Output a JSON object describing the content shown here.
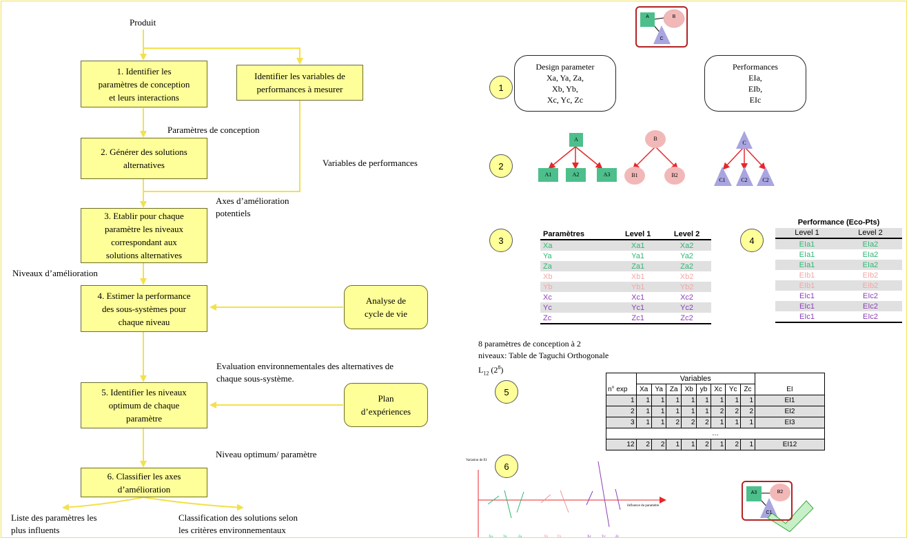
{
  "flow": {
    "input": "Produit",
    "step1": "1. Identifier les\nparamètres de conception\net leurs interactions",
    "perf_vars": "Identifier les variables de\nperformances à mesurer",
    "step2": "2. Générer des solutions\nalternatives",
    "step3": "3. Etablir pour chaque\nparamètre les niveaux\ncorrespondant aux\nsolutions alternatives",
    "step4": "4. Estimer la performance\ndes sous-systèmes pour\nchaque niveau",
    "lca": "Analyse de\ncycle de vie",
    "step5": "5. Identifier les niveaux\noptimum de chaque\nparamètre",
    "doe": "Plan\nd’expériences",
    "step6": "6. Classifier les axes\nd’amélioration",
    "out_left": "Liste des paramètres les\nplus influents",
    "out_right": "Classification des solutions selon\nles critères environnementaux",
    "lbl_params": "Paramètres de conception",
    "lbl_perf": "Variables  de performances",
    "lbl_axes": "Axes d’amélioration\npotentiels",
    "lbl_levels": "Niveaux  d’amélioration",
    "lbl_eval": "Evaluation environnementales des alternatives de\nchaque sous-système.",
    "lbl_opt": "Niveau optimum/ paramètre"
  },
  "right": {
    "icon_top": {
      "a": "A",
      "b": "B",
      "c": "C"
    },
    "n1": "1",
    "n2": "2",
    "n3": "3",
    "n4": "4",
    "n5": "5",
    "n6": "6",
    "design_box": "Design parameter\nXa, Ya, Za,\nXb, Yb,\nXc, Yc, Zc",
    "perf_box": "Performances\nEIa,\nEIb,\nEIc",
    "tree_a": {
      "root": "A",
      "leaves": [
        "A1",
        "A2",
        "A3"
      ]
    },
    "tree_b": {
      "root": "B",
      "leaves": [
        "B1",
        "B2"
      ]
    },
    "tree_c": {
      "root": "C",
      "leaves": [
        "C1",
        "C2",
        "C2"
      ]
    },
    "taguchi_text": "8 paramètres de conception à 2\nniveaux:  Table de Taguchi Orthogonale",
    "l12_base": "L",
    "l12_sub": "12",
    "l12_open": " (2",
    "l12_sup": "8",
    "l12_close": ")",
    "icon_bottom": {
      "a": "A3",
      "b": "B2",
      "c": "C1"
    }
  },
  "param_table": {
    "headers": [
      "Paramètres",
      "Level 1",
      "Level 2"
    ],
    "rows": [
      [
        "Xa",
        "Xa1",
        "Xa2"
      ],
      [
        "Ya",
        "Ya1",
        "Ya2"
      ],
      [
        "Za",
        "Za1",
        "Za2"
      ],
      [
        "Xb",
        "Xb1",
        "Xb2"
      ],
      [
        "Yb",
        "Yb1",
        "Yb2"
      ],
      [
        "Xc",
        "Xc1",
        "Xc2"
      ],
      [
        "Yc",
        "Yc1",
        "Yc2"
      ],
      [
        "Zc",
        "Zc1",
        "Zc2"
      ]
    ],
    "row_colors": [
      "#2eb872",
      "#2eb872",
      "#2eb872",
      "#f4a5a5",
      "#f4a5a5",
      "#8a3fb5",
      "#8a3fb5",
      "#8a3fb5"
    ]
  },
  "perf_table": {
    "title": "Performance (Eco-Pts)",
    "headers": [
      "Level 1",
      "Level 2"
    ],
    "rows": [
      [
        "EIa1",
        "EIa2"
      ],
      [
        "EIa1",
        "EIa2"
      ],
      [
        "EIa1",
        "EIa2"
      ],
      [
        "EIb1",
        "EIb2"
      ],
      [
        "EIb1",
        "EIb2"
      ],
      [
        "EIc1",
        "EIc2"
      ],
      [
        "EIc1",
        "EIc2"
      ],
      [
        "EIc1",
        "EIc2"
      ]
    ]
  },
  "taguchi_table": {
    "group_header": "Variables",
    "headers": [
      "n° exp",
      "Xa",
      "Ya",
      "Za",
      "Xb",
      "yb",
      "Xc",
      "Yc",
      "Zc",
      "EI"
    ],
    "rows": [
      [
        "1",
        "1",
        "1",
        "1",
        "1",
        "1",
        "1",
        "1",
        "1",
        "EI1"
      ],
      [
        "2",
        "1",
        "1",
        "1",
        "1",
        "1",
        "2",
        "2",
        "2",
        "EI2"
      ],
      [
        "3",
        "1",
        "1",
        "2",
        "2",
        "2",
        "1",
        "1",
        "1",
        "EI3"
      ],
      [
        "…",
        "",
        "",
        "",
        "",
        "",
        "",
        "",
        "",
        ""
      ],
      [
        "12",
        "2",
        "2",
        "1",
        "1",
        "2",
        "1",
        "2",
        "1",
        "EI12"
      ]
    ]
  },
  "effects_plot": {
    "ylabel": "Variation de EI",
    "xlabel": "Influence du paramètre",
    "ticks": [
      "Xa",
      "Ya",
      "Za",
      "Xb",
      "Yb",
      "Xc",
      "Yc",
      "Zc"
    ]
  },
  "colors": {
    "accent_yellow": "#ffff99",
    "arrow": "#f2e14a",
    "green": "#2eb872",
    "pink": "#f4a5a5",
    "purple": "#8a3fb5"
  }
}
